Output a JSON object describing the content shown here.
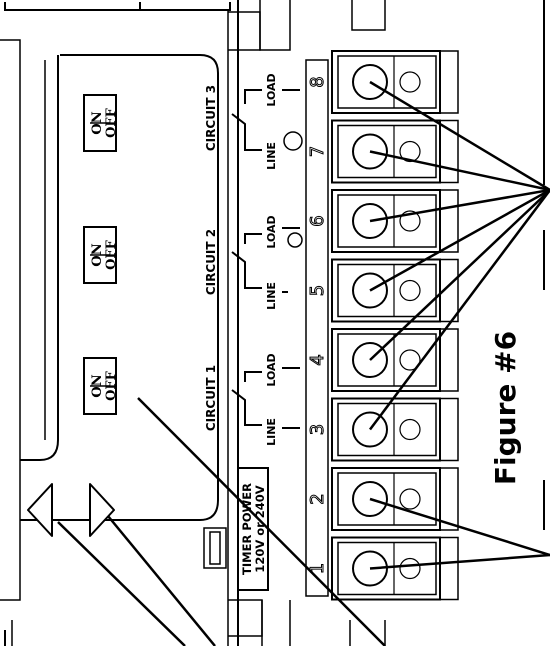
{
  "figure_label": "Figure #6",
  "onoff_buttons": [
    {
      "top": "ON",
      "bottom": "OFF"
    },
    {
      "top": "ON",
      "bottom": "OFF"
    },
    {
      "top": "ON",
      "bottom": "OFF"
    }
  ],
  "circuits": [
    {
      "name": "CIRCUIT 1",
      "line_label": "LINE",
      "load_label": "LOAD"
    },
    {
      "name": "CIRCUIT 2",
      "line_label": "LINE",
      "load_label": "LOAD"
    },
    {
      "name": "CIRCUIT 3",
      "line_label": "LINE",
      "load_label": "LOAD"
    }
  ],
  "terminal_numbers": [
    "1",
    "2",
    "3",
    "4",
    "5",
    "6",
    "7",
    "8"
  ],
  "timer_power": {
    "line1": "TIMER POWER",
    "line2": "120V or 240V"
  },
  "colors": {
    "ink": "#000000",
    "paper": "#ffffff"
  }
}
